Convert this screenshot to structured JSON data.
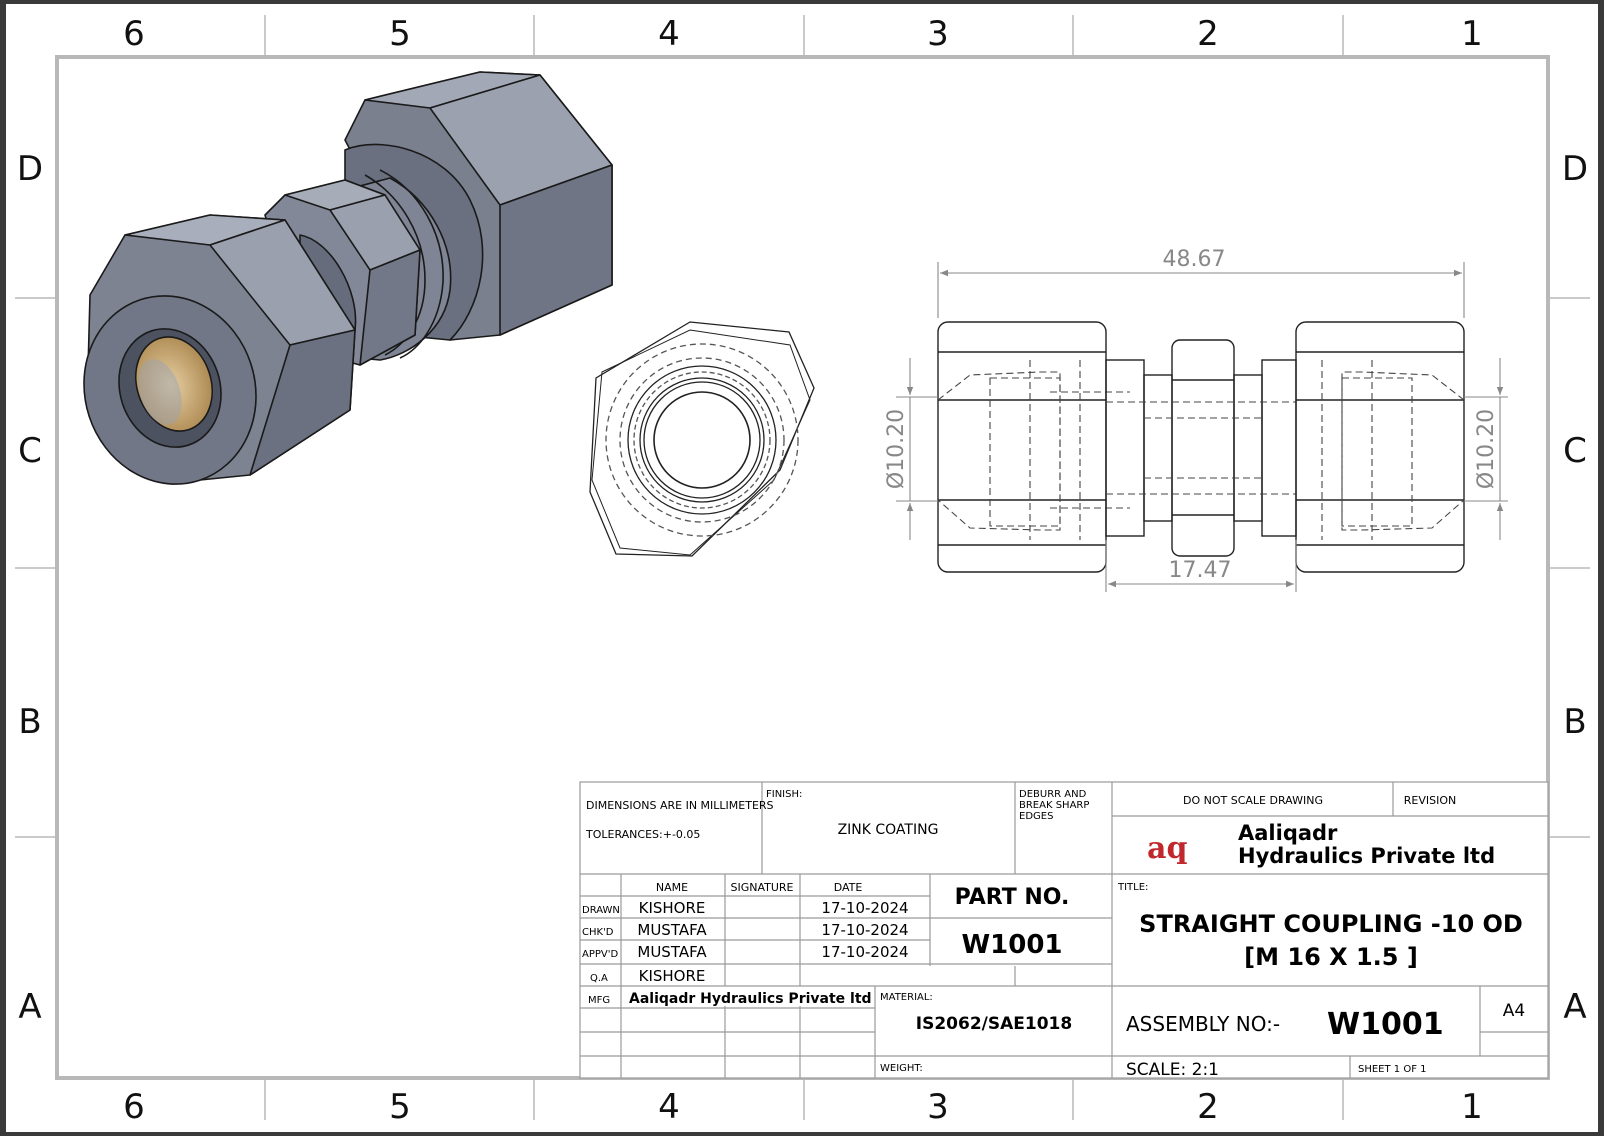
{
  "border": {
    "columns": [
      "6",
      "5",
      "4",
      "3",
      "2",
      "1"
    ],
    "rows": [
      "D",
      "C",
      "B",
      "A"
    ]
  },
  "dimensions": {
    "overall_length": "48.67",
    "left_bore": "Ø10.20",
    "right_bore": "Ø10.20",
    "body_length": "17.47"
  },
  "title_block": {
    "units_note": "DIMENSIONS ARE IN MILLIMETERS",
    "tolerance": "TOLERANCES:+-0.05",
    "finish_label": "FINISH:",
    "finish": "ZINK COATING",
    "deburr": [
      "DEBURR AND",
      "BREAK SHARP",
      "EDGES"
    ],
    "do_not_scale": "DO NOT SCALE DRAWING",
    "revision_label": "REVISION",
    "logo_mark": "aq",
    "company_line1": "Aaliqadr",
    "company_line2": "Hydraulics Private ltd",
    "col_name": "NAME",
    "col_signature": "SIGNATURE",
    "col_date": "DATE",
    "rows": [
      {
        "role": "DRAWN",
        "name": "KISHORE",
        "date": "17-10-2024"
      },
      {
        "role": "CHK'D",
        "name": "MUSTAFA",
        "date": "17-10-2024"
      },
      {
        "role": "APPV'D",
        "name": "MUSTAFA",
        "date": "17-10-2024"
      },
      {
        "role": "Q.A",
        "name": "KISHORE",
        "date": ""
      }
    ],
    "mfg_label": "MFG",
    "mfg": "Aaliqadr Hydraulics Private ltd",
    "part_no_label": "PART NO.",
    "part_no": "W1001",
    "title_label": "TITLE:",
    "title_line1": "STRAIGHT COUPLING -10 OD",
    "title_line2": "[M 16 X 1.5 ]",
    "material_label": "MATERIAL:",
    "material": "IS2062/SAE1018",
    "weight_label": "WEIGHT:",
    "assembly_label": "ASSEMBLY NO:-",
    "assembly_no": "W1001",
    "sheet_size": "A4",
    "scale": "SCALE: 2:1",
    "sheet": "SHEET 1 OF 1"
  },
  "colors": {
    "frame": "#b8b8b8",
    "steel": "#8a909e",
    "steel_dark": "#6d7382",
    "steel_light": "#9ea4b1",
    "bore_brass": "#c8a46a",
    "dimension": "#888888"
  }
}
